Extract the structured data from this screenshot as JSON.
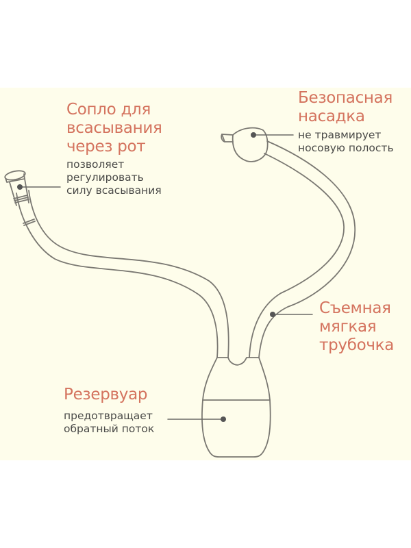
{
  "colors": {
    "background": "#fefdeb",
    "title": "#d4735e",
    "text": "#4a4a48",
    "outline": "#7a7872",
    "dot": "#555555"
  },
  "labels": {
    "mouth_nozzle": {
      "title": [
        "Сопло для",
        "всасывания",
        "через рот"
      ],
      "desc": [
        "позволяет",
        "регулировать",
        "силу всасывания"
      ]
    },
    "safe_tip": {
      "title": [
        "Безопасная",
        "насадка"
      ],
      "desc": [
        "не травмирует",
        "носовую полость"
      ]
    },
    "soft_tube": {
      "title": [
        "Съемная",
        "мягкая",
        "трубочка"
      ]
    },
    "reservoir": {
      "title": [
        "Резервуар"
      ],
      "desc": [
        "предотвращает",
        "обратный поток"
      ]
    }
  }
}
